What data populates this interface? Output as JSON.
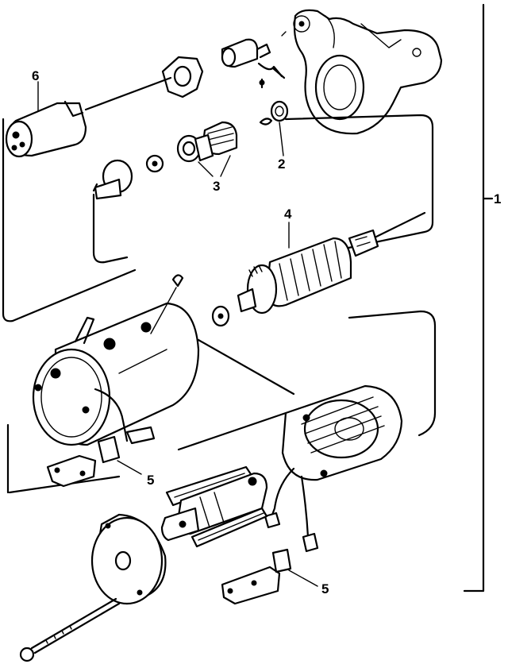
{
  "callouts": {
    "assembly": "1",
    "drive_end_bushing": "2",
    "drive_pinion": "3",
    "armature": "4",
    "brush_holder_left": "5",
    "brush_holder_right": "5",
    "solenoid": "6"
  }
}
